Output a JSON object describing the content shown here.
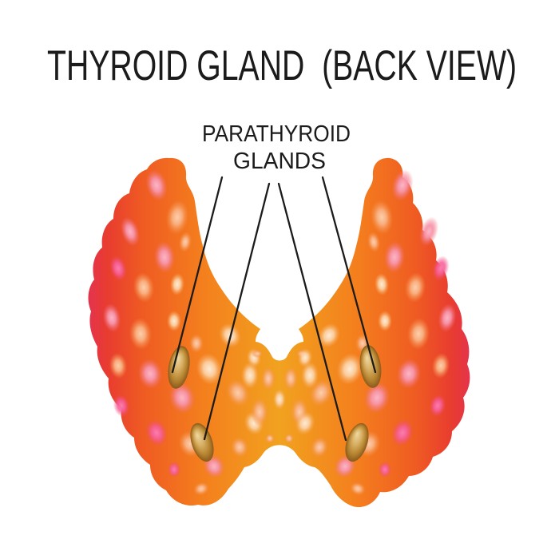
{
  "header": {
    "title": "THYROID GLAND  (BACK VIEW)"
  },
  "annotation": {
    "label_line1": "PARATHYROID",
    "label_line2": "GLANDS",
    "parathyroid_gland_count": 4
  },
  "colors": {
    "background": "#ffffff",
    "text": "#1b1b1b",
    "leader_line": "#1b1b1b",
    "body_edge_red": "#e4334e",
    "body_red_orange": "#ef5a22",
    "body_orange": "#f47f1d",
    "body_center_gold": "#f1a21f",
    "follicle_peach_light": "#fde8cd",
    "follicle_peach": "#fcd0ab",
    "follicle_pink": "#fbb7c4",
    "follicle_hot_pink": "#fa7fae",
    "parathyroid_light": "#eed9a4",
    "parathyroid_tan": "#d8b064",
    "parathyroid_edge": "#8a5a1c"
  }
}
